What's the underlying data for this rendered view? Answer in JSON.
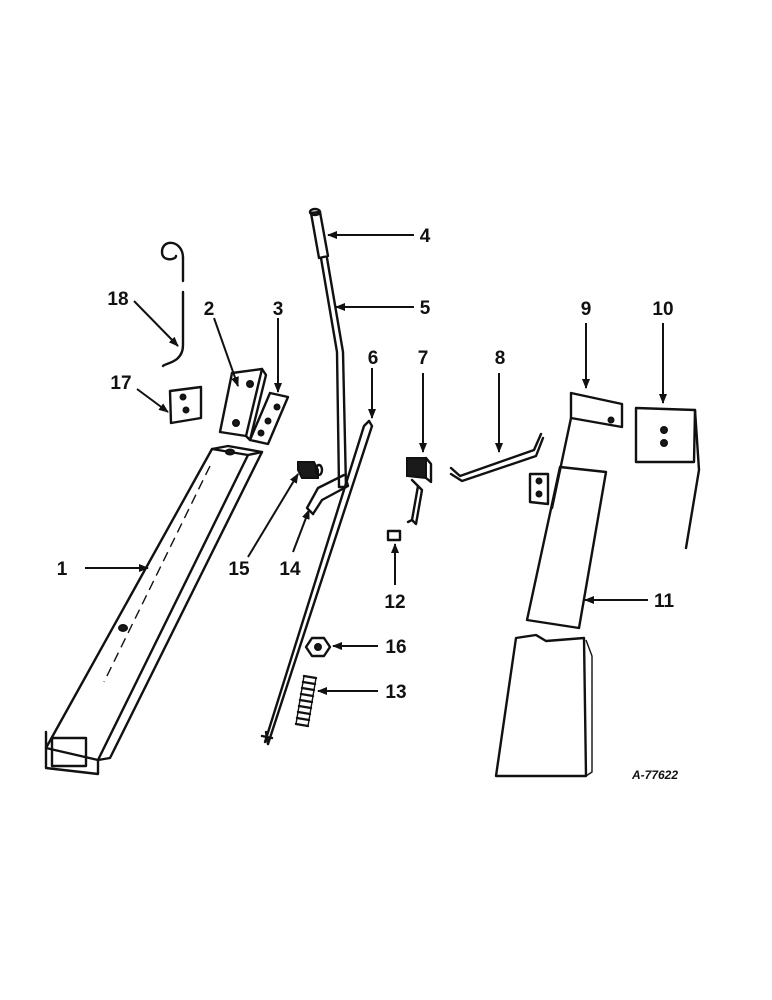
{
  "callouts": {
    "c1": "1",
    "c2": "2",
    "c3": "3",
    "c4": "4",
    "c5": "5",
    "c6": "6",
    "c7": "7",
    "c8": "8",
    "c9": "9",
    "c10": "10",
    "c11": "11",
    "c12": "12",
    "c13": "13",
    "c14": "14",
    "c15": "15",
    "c16": "16",
    "c17": "17",
    "c18": "18"
  },
  "figure_ref": "A-77622"
}
